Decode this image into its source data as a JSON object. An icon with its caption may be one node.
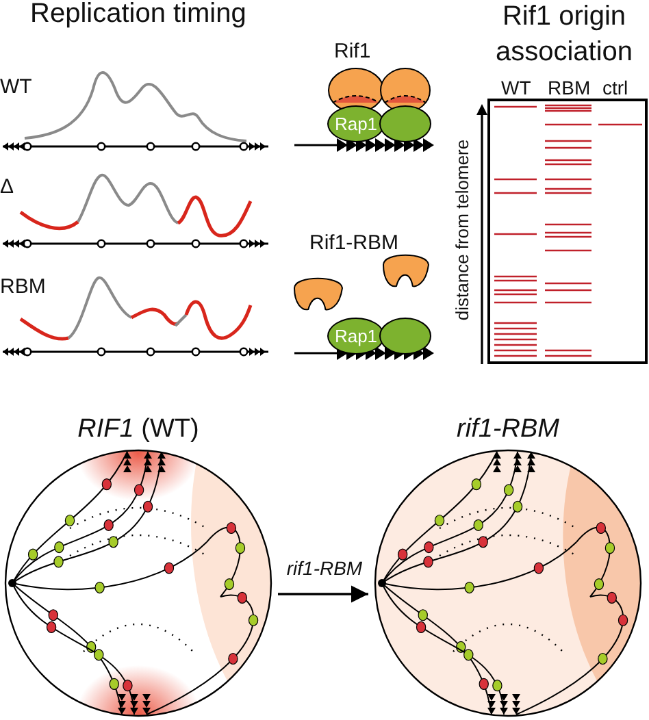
{
  "diagram": {
    "nodes": [
      {
        "text": [
          "Rap1"
        ]
      },
      {
        "text": [],
        "shape": "ellipse"
      },
      {
        "text": [
          "Rap1"
        ]
      },
      {
        "text": [],
        "shape": "ellipse"
      },
      {
        "text": [
          "*RIF1* (WT)"
        ]
      },
      {
        "text": [
          "rif1-RBM"
        ]
      }
    ],
    "edges": [
      {
        "from": 4,
        "to": 5,
        "arrow": "to",
        "label": "rif1-RBM"
      }
    ],
    "labels": [
      "Replication timing",
      "WT",
      "Δ",
      "RBM",
      "Rif1",
      "Rif1-RBM",
      "Rif1 origin association",
      "WT",
      "RBM",
      "ctrl",
      "distance from telomere"
    ]
  }
}
